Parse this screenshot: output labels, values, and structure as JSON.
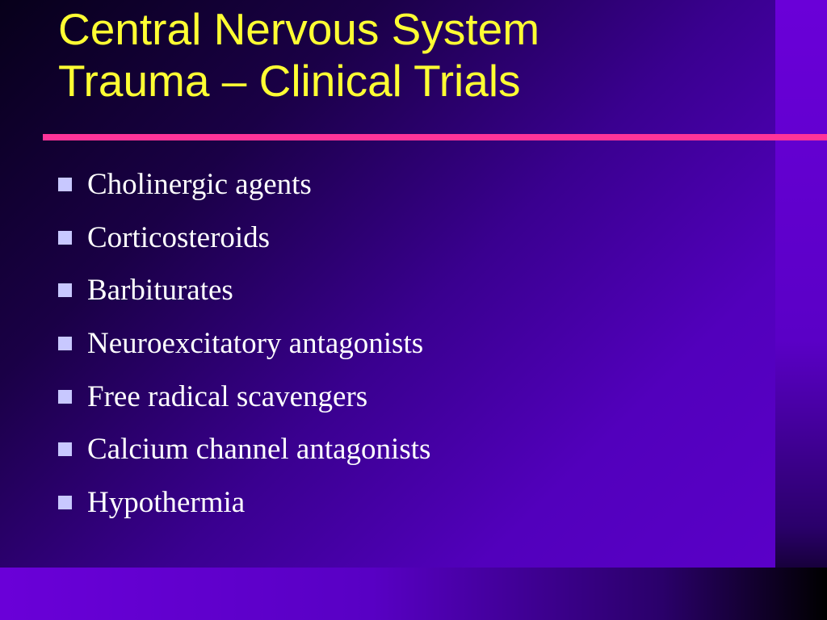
{
  "slide": {
    "title_lines": [
      "Central Nervous System",
      "Trauma – Clinical Trials"
    ],
    "bullets": [
      "Cholinergic agents",
      "Corticosteroids",
      "Barbiturates",
      "Neuroexcitatory antagonists",
      "Free radical scavengers",
      "Calcium channel antagonists",
      "Hypothermia"
    ],
    "bullet_marker_icon": "square-bullet-icon"
  },
  "colors": {
    "title_text": "#ffff33",
    "divider": "#ff3399",
    "body_text": "#ffffff",
    "bullet_marker": "#c8c8ff",
    "background_dark": "#000000",
    "background_purple": "#5a00c8"
  }
}
